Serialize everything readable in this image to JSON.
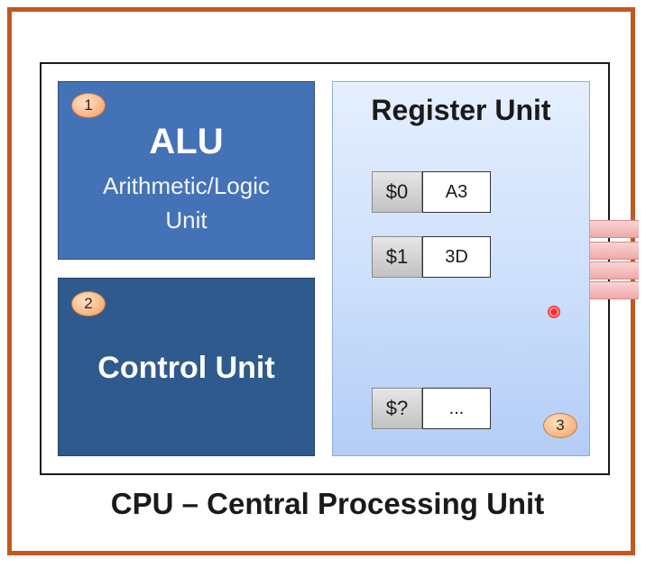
{
  "alu": {
    "badge": "1",
    "title": "ALU",
    "subtitle_line1": "Arithmetic/Logic",
    "subtitle_line2": "Unit"
  },
  "control_unit": {
    "badge": "2",
    "title": "Control Unit"
  },
  "register_unit": {
    "badge": "3",
    "title": "Register Unit",
    "registers": [
      {
        "name": "$0",
        "value": "A3"
      },
      {
        "name": "$1",
        "value": "3D"
      },
      {
        "name": "$?",
        "value": "..."
      }
    ]
  },
  "caption": "CPU – Central Processing Unit",
  "colors": {
    "frame": "#c0581f",
    "alu": "#4472b7",
    "control": "#2f5a8e",
    "register": "#ccdffb",
    "bus": "#f0a9a9",
    "pointer": "#ff2a2a"
  }
}
